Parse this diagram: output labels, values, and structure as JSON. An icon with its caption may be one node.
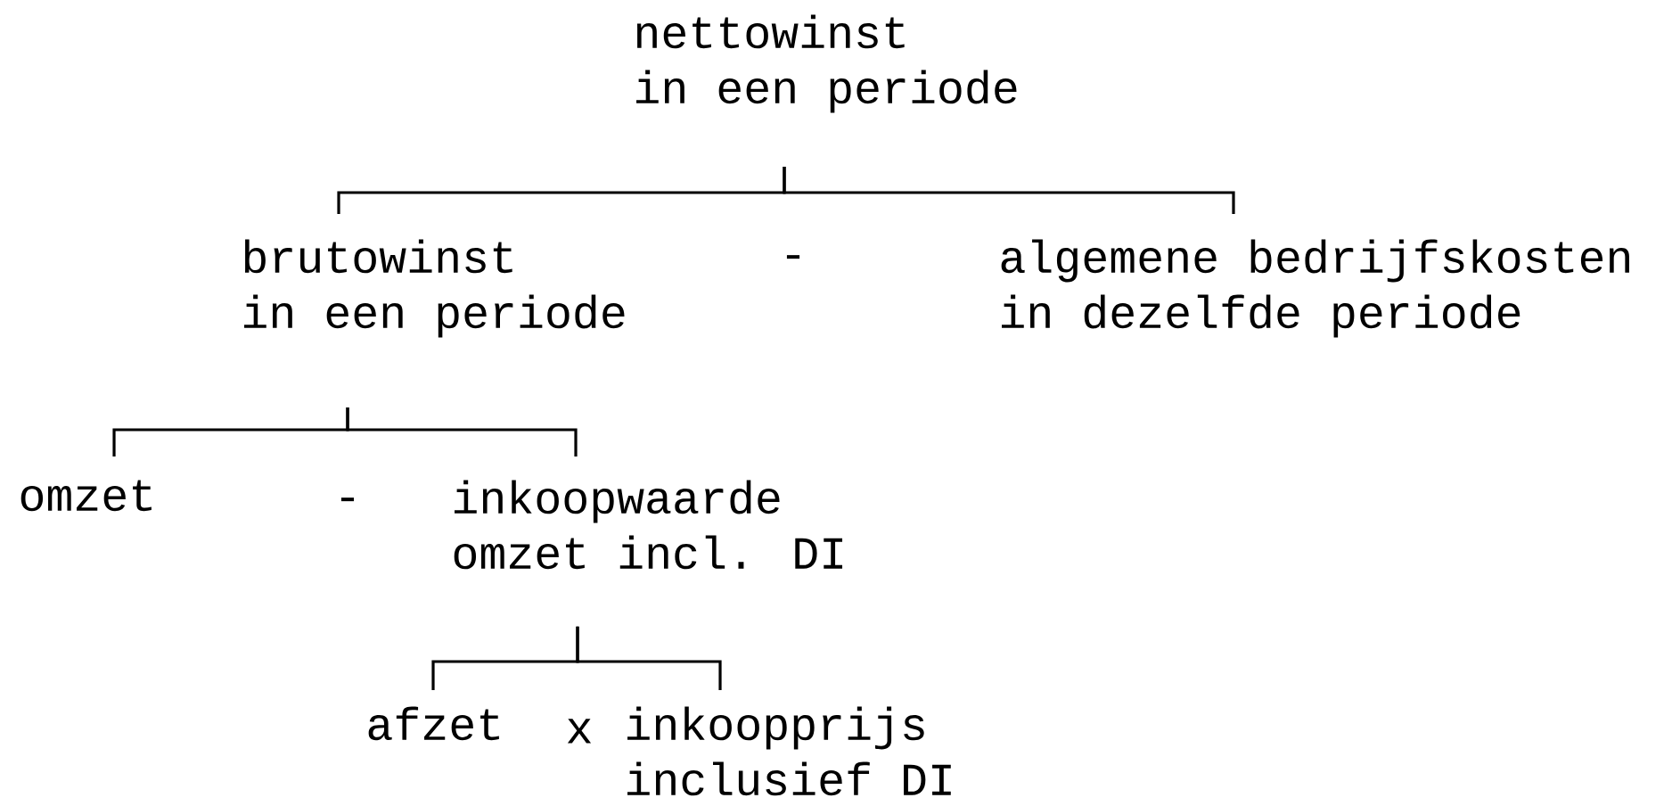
{
  "diagram": {
    "nodes": [
      {
        "text": [
          "nettowinst in een periode"
        ]
      },
      {
        "text": [
          "brutowinst in een periode"
        ]
      },
      {
        "text": [
          "algemene bedrijfskosten in dezelfde periode"
        ]
      },
      {
        "text": [
          "omzet"
        ]
      },
      {
        "text": [
          "inkoopwaarde omzet incl. DI"
        ]
      },
      {
        "text": [
          "afzet"
        ]
      },
      {
        "text": [
          "inkoopprijs inclusief DI"
        ]
      }
    ],
    "edges": [
      {
        "from": 0,
        "to": 1,
        "arrow": "none"
      },
      {
        "from": 0,
        "to": 2,
        "arrow": "none"
      },
      {
        "from": 1,
        "to": 3,
        "arrow": "none"
      },
      {
        "from": 1,
        "to": 4,
        "arrow": "none"
      },
      {
        "from": 4,
        "to": 5,
        "arrow": "none"
      },
      {
        "from": 4,
        "to": 6,
        "arrow": "none"
      }
    ],
    "labels": [
      "-",
      "-",
      "x"
    ]
  }
}
